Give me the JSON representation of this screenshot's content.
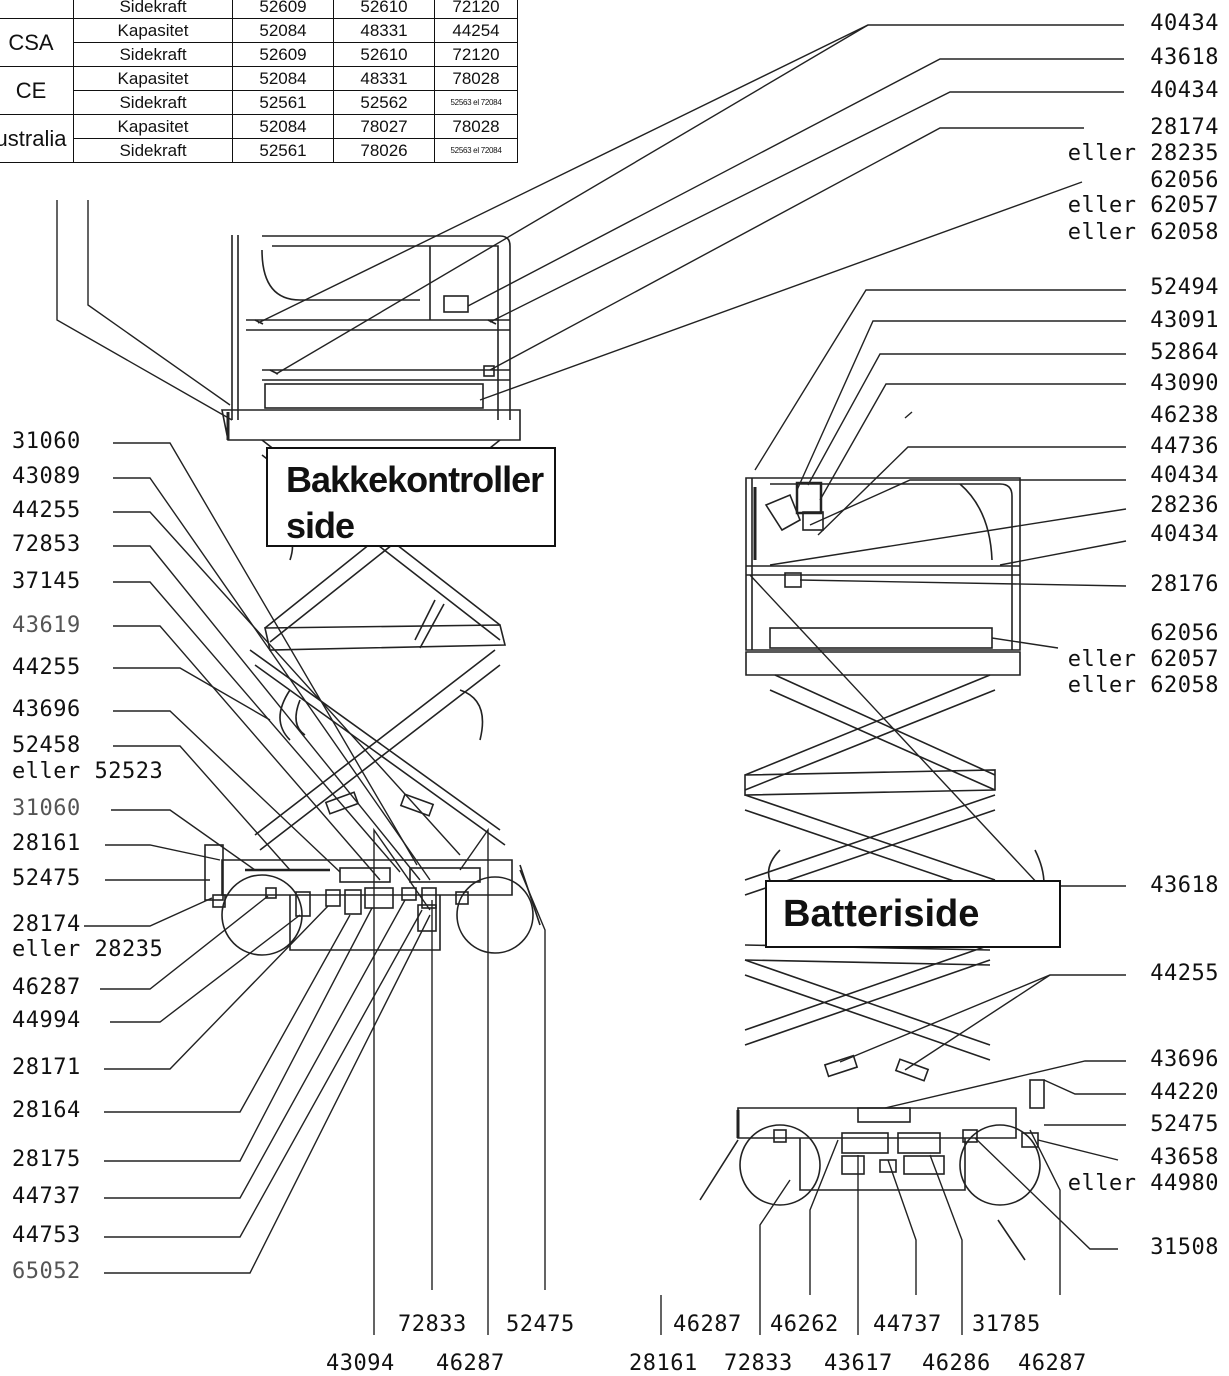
{
  "table": {
    "rows": [
      {
        "region": "",
        "type": "Sidekraft",
        "values": [
          "52609",
          "52610",
          "72120"
        ]
      },
      {
        "region": "CSA",
        "type": "Kapasitet",
        "values": [
          "52084",
          "48331",
          "44254"
        ]
      },
      {
        "region": "",
        "type": "Sidekraft",
        "values": [
          "52609",
          "52610",
          "72120"
        ]
      },
      {
        "region": "CE",
        "type": "Kapasitet",
        "values": [
          "52084",
          "48331",
          "78028"
        ]
      },
      {
        "region": "",
        "type": "Sidekraft",
        "values": [
          "52561",
          "52562",
          "52563 el 72084"
        ]
      },
      {
        "region": "ustralia",
        "type": "Kapasitet",
        "values": [
          "52084",
          "78027",
          "78028"
        ]
      },
      {
        "region": "",
        "type": "Sidekraft",
        "values": [
          "52561",
          "78026",
          "52563 el 72084"
        ]
      }
    ]
  },
  "callouts": {
    "bakke": "Bakkekontroller\nside",
    "batteri": "Batteriside"
  },
  "labels_right_top": [
    "40434",
    "43618",
    "40434",
    "28174",
    "eller 28235",
    "62056",
    "eller 62057",
    "eller 62058"
  ],
  "labels_right_mid": [
    "52494",
    "43091",
    "52864",
    "43090",
    "46238",
    "44736",
    "40434",
    "28236",
    "40434",
    "28176",
    "62056",
    "eller 62057",
    "eller 62058",
    "43618",
    "44255",
    "43696",
    "44220",
    "52475",
    "43658",
    "eller 44980",
    "31508"
  ],
  "labels_left": [
    "31060",
    "43089",
    "44255",
    "72853",
    "37145",
    "43619",
    "44255",
    "43696",
    "52458",
    "eller 52523",
    "31060",
    "28161",
    "52475",
    "28174",
    "eller 28235",
    "46287",
    "44994",
    "28171",
    "28164",
    "28175",
    "44737",
    "44753",
    "65052"
  ],
  "labels_bottom": [
    "72833",
    "52475",
    "43094",
    "46287",
    "46287",
    "46262",
    "44737",
    "31785",
    "28161",
    "72833",
    "43617",
    "46286",
    "46287"
  ]
}
